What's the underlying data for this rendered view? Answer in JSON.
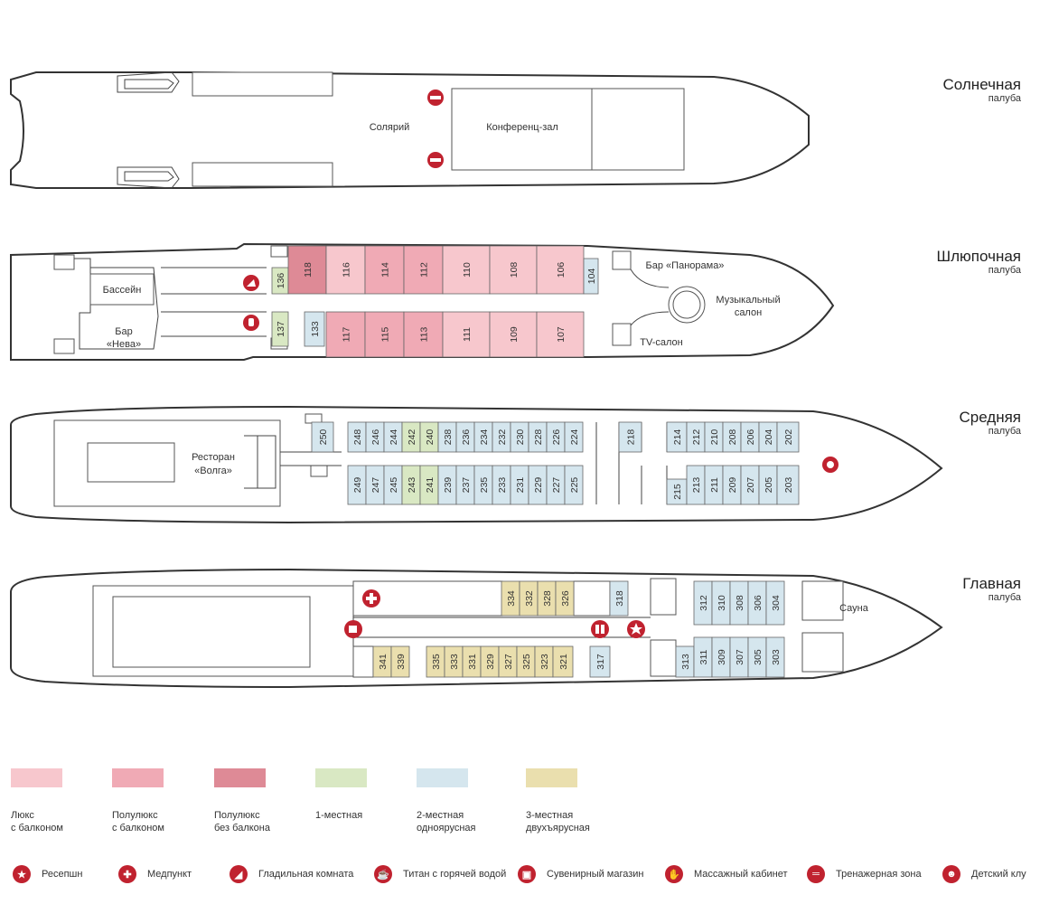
{
  "colors": {
    "lux_balcony": "#f7c7cd",
    "semilux_balcony": "#f0aab5",
    "semilux_no_balcony": "#de8a96",
    "single": "#d9e8c3",
    "double": "#d5e6ee",
    "triple": "#eadfae",
    "icon_red": "#c0222f"
  },
  "decks": [
    {
      "key": "sun",
      "name": "Солнечная",
      "sub": "палуба"
    },
    {
      "key": "boat",
      "name": "Шлюпочная",
      "sub": "палуба"
    },
    {
      "key": "middle",
      "name": "Средняя",
      "sub": "палуба"
    },
    {
      "key": "main",
      "name": "Главная",
      "sub": "палуба"
    }
  ],
  "sun_labels": {
    "solarium": "Солярий",
    "conference": "Конференц-зал"
  },
  "boat_labels": {
    "pool": "Бассейн",
    "bar_neva_1": "Бар",
    "bar_neva_2": "«Нева»",
    "bar_panorama": "Бар «Панорама»",
    "music_1": "Музыкальный",
    "music_2": "салон",
    "tv": "TV-салон"
  },
  "middle_labels": {
    "rest_1": "Ресторан",
    "rest_2": "«Волга»"
  },
  "main_labels": {
    "sauna": "Сауна"
  },
  "cabins": {
    "boat": [
      {
        "n": "136",
        "t": "single"
      },
      {
        "n": "118",
        "t": "semilux_no_balcony"
      },
      {
        "n": "116",
        "t": "lux_balcony"
      },
      {
        "n": "114",
        "t": "semilux_balcony"
      },
      {
        "n": "112",
        "t": "semilux_balcony"
      },
      {
        "n": "110",
        "t": "lux_balcony"
      },
      {
        "n": "108",
        "t": "lux_balcony"
      },
      {
        "n": "106",
        "t": "lux_balcony"
      },
      {
        "n": "104",
        "t": "double"
      },
      {
        "n": "137",
        "t": "single"
      },
      {
        "n": "133",
        "t": "double"
      },
      {
        "n": "117",
        "t": "semilux_balcony"
      },
      {
        "n": "115",
        "t": "semilux_balcony"
      },
      {
        "n": "113",
        "t": "semilux_balcony"
      },
      {
        "n": "111",
        "t": "lux_balcony"
      },
      {
        "n": "109",
        "t": "lux_balcony"
      },
      {
        "n": "107",
        "t": "lux_balcony"
      }
    ],
    "middle": [
      {
        "n": "250",
        "t": "double"
      },
      {
        "n": "248",
        "t": "double"
      },
      {
        "n": "246",
        "t": "double"
      },
      {
        "n": "244",
        "t": "double"
      },
      {
        "n": "242",
        "t": "single"
      },
      {
        "n": "240",
        "t": "single"
      },
      {
        "n": "238",
        "t": "double"
      },
      {
        "n": "236",
        "t": "double"
      },
      {
        "n": "234",
        "t": "double"
      },
      {
        "n": "232",
        "t": "double"
      },
      {
        "n": "230",
        "t": "double"
      },
      {
        "n": "228",
        "t": "double"
      },
      {
        "n": "226",
        "t": "double"
      },
      {
        "n": "224",
        "t": "double"
      },
      {
        "n": "218",
        "t": "double"
      },
      {
        "n": "214",
        "t": "double"
      },
      {
        "n": "212",
        "t": "double"
      },
      {
        "n": "210",
        "t": "double"
      },
      {
        "n": "208",
        "t": "double"
      },
      {
        "n": "206",
        "t": "double"
      },
      {
        "n": "204",
        "t": "double"
      },
      {
        "n": "202",
        "t": "double"
      },
      {
        "n": "249",
        "t": "double"
      },
      {
        "n": "247",
        "t": "double"
      },
      {
        "n": "245",
        "t": "double"
      },
      {
        "n": "243",
        "t": "single"
      },
      {
        "n": "241",
        "t": "single"
      },
      {
        "n": "239",
        "t": "double"
      },
      {
        "n": "237",
        "t": "double"
      },
      {
        "n": "235",
        "t": "double"
      },
      {
        "n": "233",
        "t": "double"
      },
      {
        "n": "231",
        "t": "double"
      },
      {
        "n": "229",
        "t": "double"
      },
      {
        "n": "227",
        "t": "double"
      },
      {
        "n": "225",
        "t": "double"
      },
      {
        "n": "215",
        "t": "double"
      },
      {
        "n": "213",
        "t": "double"
      },
      {
        "n": "211",
        "t": "double"
      },
      {
        "n": "209",
        "t": "double"
      },
      {
        "n": "207",
        "t": "double"
      },
      {
        "n": "205",
        "t": "double"
      },
      {
        "n": "203",
        "t": "double"
      }
    ],
    "main": [
      {
        "n": "334",
        "t": "triple"
      },
      {
        "n": "332",
        "t": "triple"
      },
      {
        "n": "328",
        "t": "triple"
      },
      {
        "n": "326",
        "t": "triple"
      },
      {
        "n": "318",
        "t": "double"
      },
      {
        "n": "312",
        "t": "double"
      },
      {
        "n": "310",
        "t": "double"
      },
      {
        "n": "308",
        "t": "double"
      },
      {
        "n": "306",
        "t": "double"
      },
      {
        "n": "304",
        "t": "double"
      },
      {
        "n": "341",
        "t": "triple"
      },
      {
        "n": "339",
        "t": "triple"
      },
      {
        "n": "335",
        "t": "triple"
      },
      {
        "n": "333",
        "t": "triple"
      },
      {
        "n": "331",
        "t": "triple"
      },
      {
        "n": "329",
        "t": "triple"
      },
      {
        "n": "327",
        "t": "triple"
      },
      {
        "n": "325",
        "t": "triple"
      },
      {
        "n": "323",
        "t": "triple"
      },
      {
        "n": "321",
        "t": "triple"
      },
      {
        "n": "317",
        "t": "double"
      },
      {
        "n": "313",
        "t": "double"
      },
      {
        "n": "311",
        "t": "double"
      },
      {
        "n": "309",
        "t": "double"
      },
      {
        "n": "307",
        "t": "double"
      },
      {
        "n": "305",
        "t": "double"
      },
      {
        "n": "303",
        "t": "double"
      }
    ]
  },
  "legend": [
    {
      "key": "lux_balcony",
      "line1": "Люкс",
      "line2": "с балконом"
    },
    {
      "key": "semilux_balcony",
      "line1": "Полулюкс",
      "line2": "с балконом"
    },
    {
      "key": "semilux_no_balcony",
      "line1": "Полулюкс",
      "line2": "без балкона"
    },
    {
      "key": "single",
      "line1": "1-местная",
      "line2": ""
    },
    {
      "key": "double",
      "line1": "2-местная",
      "line2": "одноярусная"
    },
    {
      "key": "triple",
      "line1": "3-местная",
      "line2": "двухъярусная"
    }
  ],
  "icon_legend": [
    {
      "icon": "star-icon",
      "glyph": "★",
      "label": "Ресепшн"
    },
    {
      "icon": "medical-cross-icon",
      "glyph": "✚",
      "label": "Медпункт"
    },
    {
      "icon": "iron-icon",
      "glyph": "◢",
      "label": "Гладильная комната"
    },
    {
      "icon": "hot-water-cup-icon",
      "glyph": "☕",
      "label": "Титан с горячей водой"
    },
    {
      "icon": "gift-icon",
      "glyph": "▣",
      "label": "Сувенирный магазин"
    },
    {
      "icon": "hand-icon",
      "glyph": "✋",
      "label": "Массажный кабинет"
    },
    {
      "icon": "dumbbell-icon",
      "glyph": "═",
      "label": "Тренажерная зона"
    },
    {
      "icon": "teddy-bear-icon",
      "glyph": "☻",
      "label": "Детский клу"
    }
  ]
}
